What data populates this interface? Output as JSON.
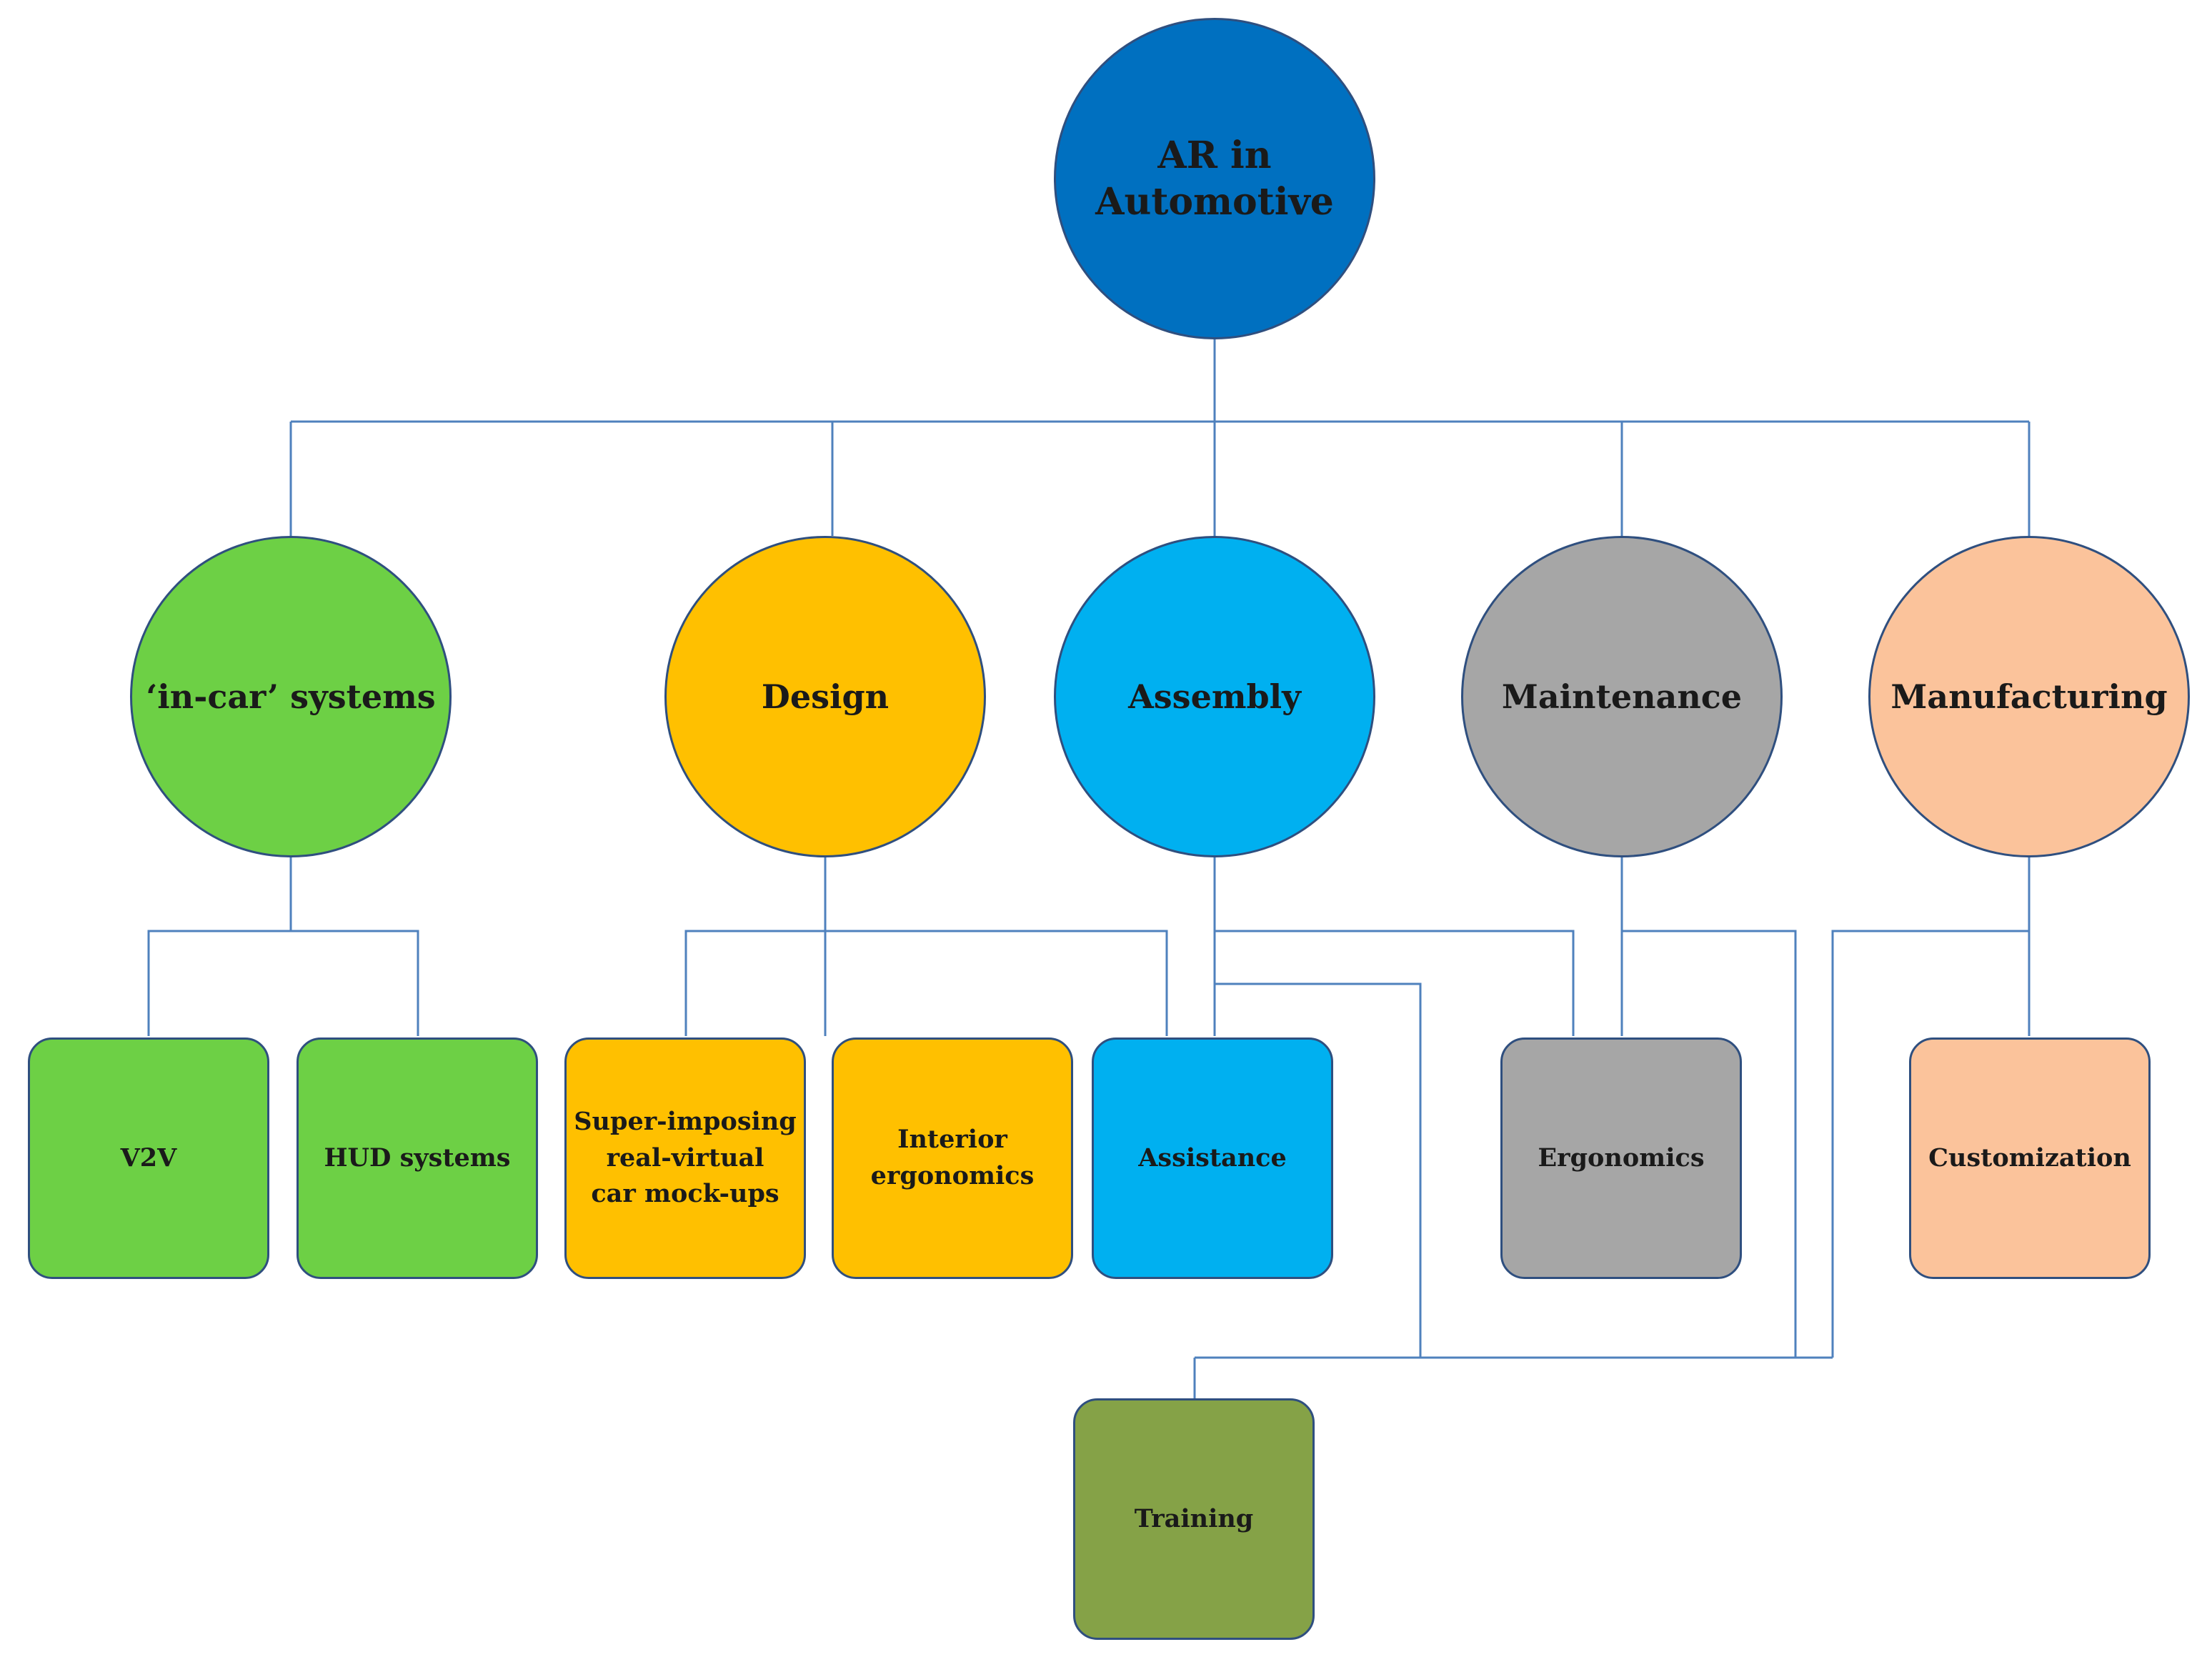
{
  "root": {
    "label": "AR in\nAutomotive",
    "color": "#0070C0"
  },
  "categories": [
    {
      "id": "in-car",
      "label": "‘in-car’ systems",
      "color": "#6DD045"
    },
    {
      "id": "design",
      "label": "Design",
      "color": "#FFC000"
    },
    {
      "id": "assembly",
      "label": "Assembly",
      "color": "#00B0F0"
    },
    {
      "id": "maintenance",
      "label": "Maintenance",
      "color": "#A6A6A6"
    },
    {
      "id": "manufacturing",
      "label": "Manufacturing",
      "color": "#FBC39B"
    }
  ],
  "applications": [
    {
      "id": "v2v",
      "label": "V2V",
      "color": "#6DD045"
    },
    {
      "id": "hud",
      "label": "HUD systems",
      "color": "#6DD045"
    },
    {
      "id": "superimposing",
      "label": "Super-imposing\nreal-virtual\ncar  mock-ups",
      "color": "#FFC000"
    },
    {
      "id": "interior",
      "label": "Interior\nergonomics",
      "color": "#FFC000"
    },
    {
      "id": "assistance",
      "label": "Assistance",
      "color": "#00B0F0"
    },
    {
      "id": "ergonomics",
      "label": "Ergonomics",
      "color": "#A6A6A6"
    },
    {
      "id": "customization",
      "label": "Customization",
      "color": "#FBC39B"
    },
    {
      "id": "training",
      "label": "Training",
      "color": "#85A247"
    }
  ],
  "connector_color": "#4F81BD",
  "node_border_color": "#2F4F7F"
}
